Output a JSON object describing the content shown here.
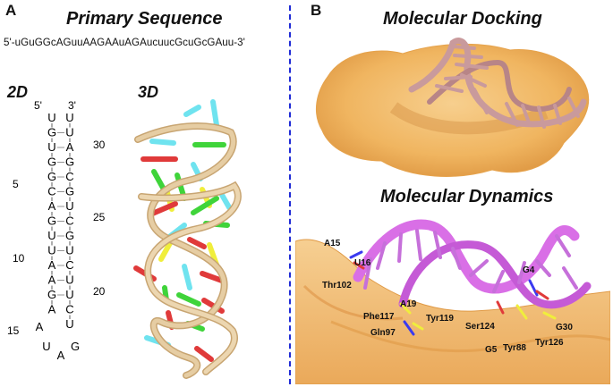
{
  "panel_a": {
    "letter": "A",
    "title": "Primary Sequence",
    "sequence": "5'-uGuGGcAGuuAAGAAuAGAucuucGcuGcGAuu-3'",
    "label_2d": "2D",
    "label_3d": "3D",
    "secondary_structure": {
      "five_prime": "5'",
      "three_prime": "3'",
      "left_strand": [
        "U",
        "G",
        "U",
        "G",
        "G",
        "C",
        "A",
        "G",
        "U",
        "U",
        "A",
        "A",
        "G",
        "A"
      ],
      "right_strand": [
        "U",
        "U",
        "A",
        "G",
        "C",
        "G",
        "U",
        "C",
        "G",
        "U",
        "C",
        "U",
        "U",
        "C",
        "U"
      ],
      "loop": [
        "A",
        "U",
        "A",
        "G"
      ],
      "numbers": [
        "5",
        "10",
        "15",
        "20",
        "25",
        "30"
      ]
    }
  },
  "panel_b": {
    "letter": "B",
    "title_docking": "Molecular Docking",
    "title_dynamics": "Molecular Dynamics",
    "residue_labels": [
      "A15",
      "U16",
      "Thr102",
      "A19",
      "Phe117",
      "Tyr119",
      "Gln97",
      "G4",
      "Ser124",
      "G5",
      "Tyr88",
      "Tyr126",
      "G30"
    ]
  },
  "colors": {
    "divider": "#1f2bd6",
    "protein": "#f2b868",
    "docked_rna": "#c99a9c",
    "md_rna": "#d96fe6",
    "backbone_3d": "#e2c79a",
    "base_cyan": "#6fe3ef",
    "base_green": "#3fd43a",
    "base_red": "#e03a3a",
    "base_yellow": "#f0ee3c"
  }
}
